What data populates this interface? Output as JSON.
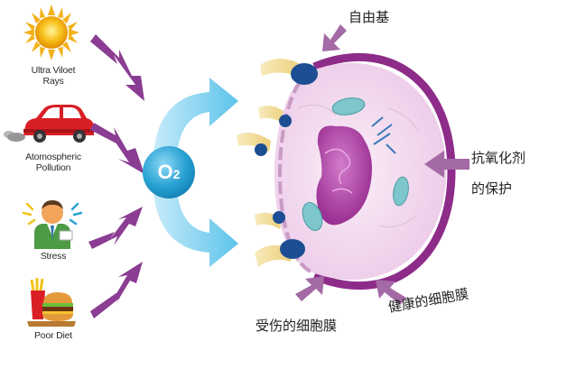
{
  "sources": [
    {
      "id": "uv",
      "line1": "Ultra Viloet",
      "line2": "Rays",
      "icon": "sun-icon"
    },
    {
      "id": "pollution",
      "line1": "Atomospheric",
      "line2": "Pollution",
      "icon": "car-icon"
    },
    {
      "id": "stress",
      "line1": "Stress",
      "line2": "",
      "icon": "stressed-person-icon"
    },
    {
      "id": "diet",
      "line1": "Poor Diet",
      "line2": "",
      "icon": "fast-food-icon"
    }
  ],
  "center": {
    "label_main": "O",
    "label_sub": "2"
  },
  "labels": {
    "free_radical": "自由基",
    "antioxidant_line1": "抗氧化剂",
    "antioxidant_line2": "的保护",
    "damaged_membrane": "受伤的细胞膜",
    "healthy_membrane": "健康的细胞膜"
  },
  "colors": {
    "arrow_purple": "#8b3d93",
    "label_arrow": "#a46aa6",
    "o2_blue": "#2aa3d4",
    "cell_membrane": "#8e2c8a",
    "cell_fill": "#f2dcef",
    "nucleus": "#b03ea7",
    "radical_dot": "#1d4e94",
    "radical_yellow": "#f3dc9a",
    "mito_teal": "#7cc6cc"
  }
}
